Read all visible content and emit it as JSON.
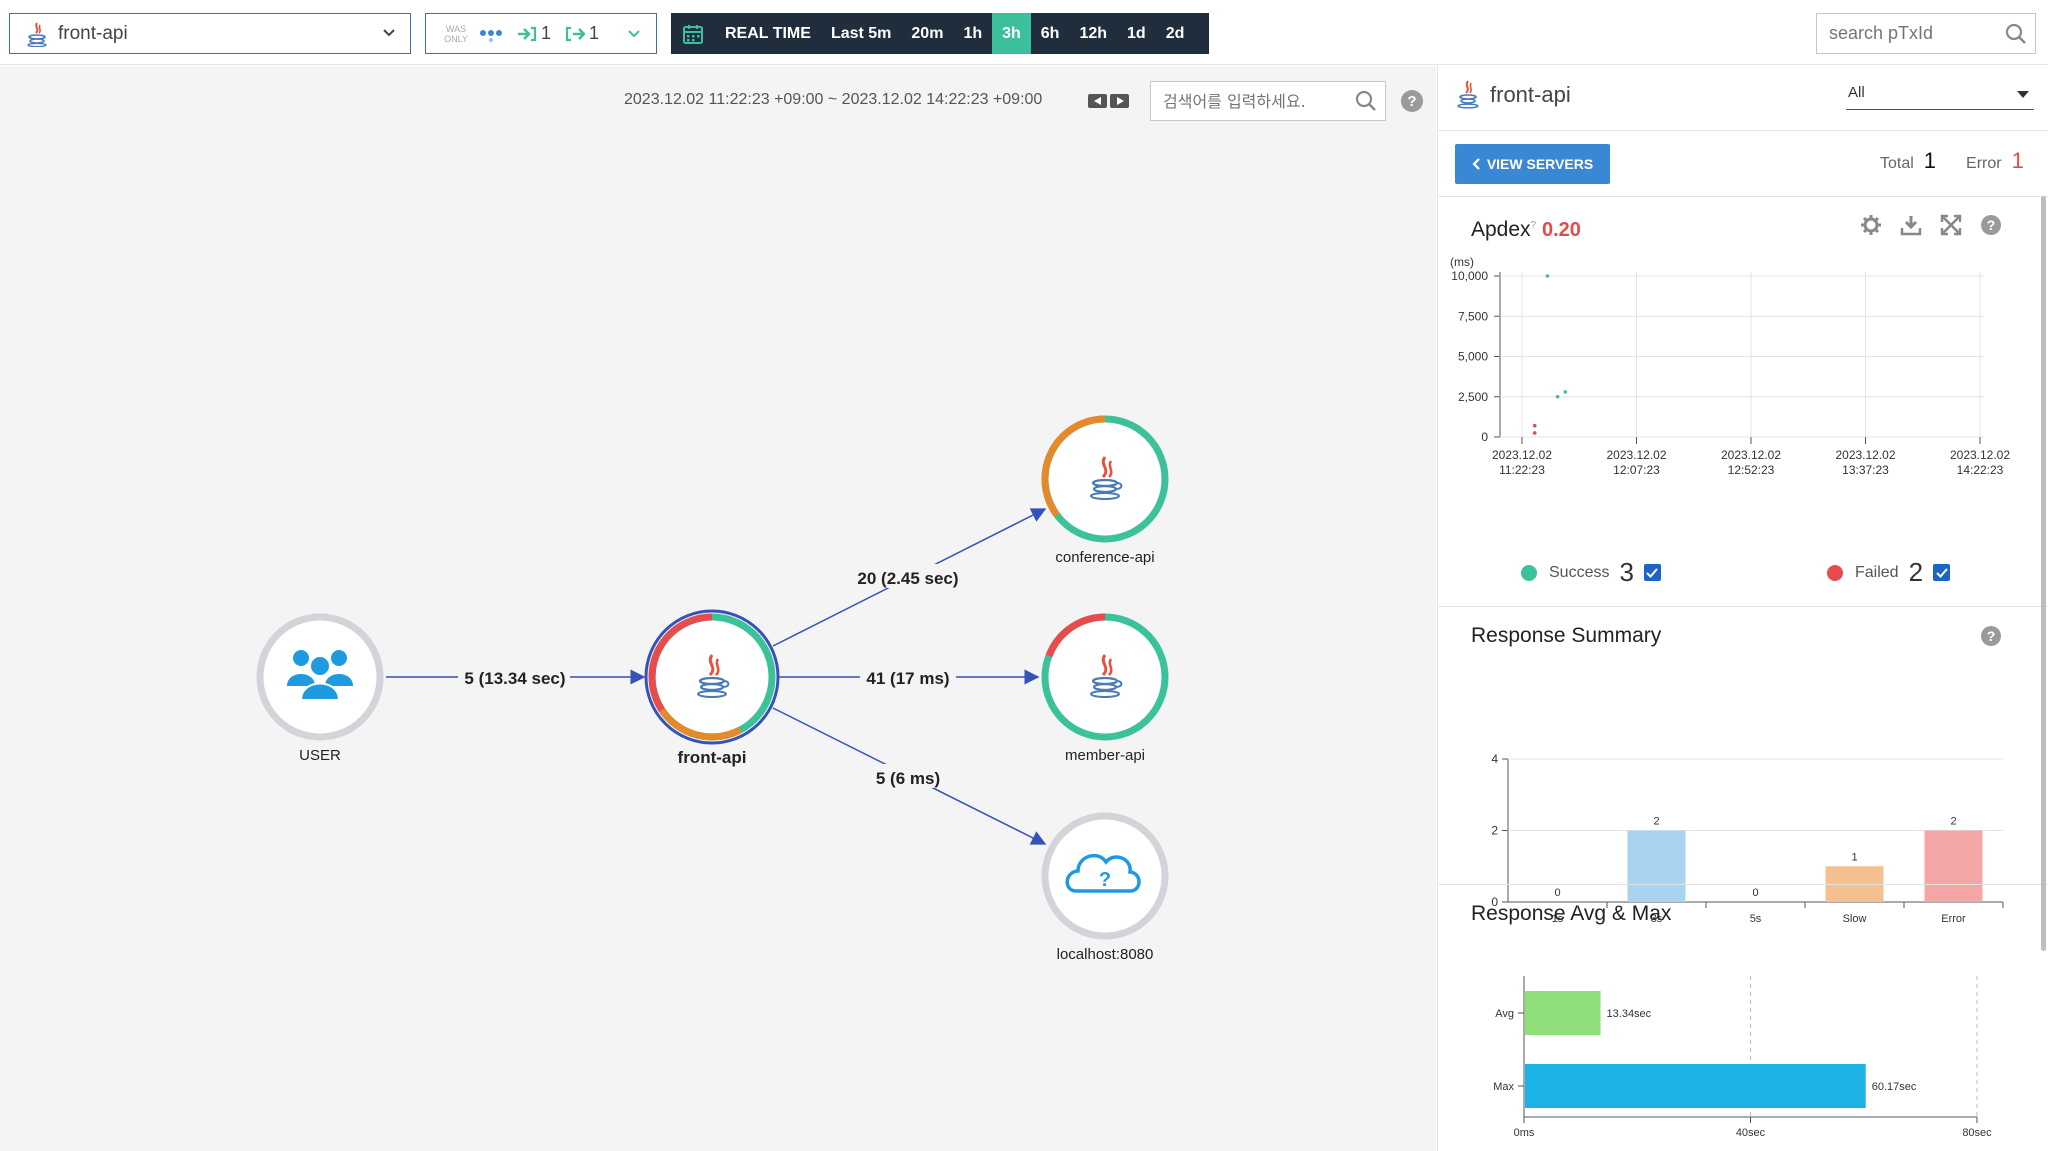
{
  "topbar": {
    "app_name": "front-api",
    "was_only_label": "WAS ONLY",
    "agents_in": "1",
    "agents_out": "1",
    "time_options": [
      "REAL TIME",
      "Last 5m",
      "20m",
      "1h",
      "3h",
      "6h",
      "12h",
      "1d",
      "2d"
    ],
    "active_time_option": "3h",
    "ptxid_placeholder": "search pTxId"
  },
  "map": {
    "time_range": "2023.12.02 11:22:23 +09:00 ~ 2023.12.02 14:22:23 +09:00",
    "search_placeholder": "검색어를 입력하세요.",
    "nodes": {
      "user": "USER",
      "front": "front-api",
      "conference": "conference-api",
      "member": "member-api",
      "localhost": "localhost:8080"
    },
    "edges": {
      "user_front": "5 (13.34 sec)",
      "front_conference": "20 (2.45 sec)",
      "front_member": "41 (17 ms)",
      "front_localhost": "5 (6 ms)"
    }
  },
  "panel": {
    "app_name": "front-api",
    "filter": "All",
    "view_servers": "VIEW SERVERS",
    "total_label": "Total",
    "total_value": "1",
    "error_label": "Error",
    "error_value": "1",
    "apdex_label": "Apdex",
    "apdex_value": "0.20",
    "success_label": "Success",
    "success_count": "3",
    "failed_label": "Failed",
    "failed_count": "2",
    "response_summary_title": "Response Summary",
    "response_avg_max_title": "Response Avg & Max"
  },
  "colors": {
    "success": "#3bc29a",
    "failed": "#e74c4c",
    "accent": "#3bbf9c",
    "button": "#3a87d6",
    "bar_1s": "#a9d4ef",
    "bar_3s": "#a9d4ef",
    "bar_5s": "#a9d4ef",
    "bar_slow": "#f5c08f",
    "bar_error": "#f4a6a6",
    "avg_bar": "#8fdf7a",
    "max_bar": "#1cb2e3"
  },
  "chart_data": [
    {
      "type": "scatter",
      "title": "Apdex",
      "ylabel": "(ms)",
      "ylim": [
        0,
        10000
      ],
      "yticks": [
        "0",
        "2,500",
        "5,000",
        "7,500",
        "10,000"
      ],
      "xticks": [
        "2023.12.02 11:22:23",
        "2023.12.02 12:07:23",
        "2023.12.02 12:52:23",
        "2023.12.02 13:37:23",
        "2023.12.02 14:22:23"
      ],
      "xlim_minutes": [
        0,
        180
      ],
      "series": [
        {
          "name": "Success",
          "points": [
            [
              10,
              10000
            ],
            [
              14,
              2500
            ],
            [
              17,
              2800
            ]
          ]
        },
        {
          "name": "Failed",
          "points": [
            [
              5,
              700
            ],
            [
              5,
              250
            ]
          ]
        }
      ]
    },
    {
      "type": "bar",
      "title": "Response Summary",
      "categories": [
        "1s",
        "3s",
        "5s",
        "Slow",
        "Error"
      ],
      "values": [
        0,
        2,
        0,
        1,
        2
      ],
      "ylim": [
        0,
        4
      ],
      "yticks": [
        "0",
        "2",
        "4"
      ]
    },
    {
      "type": "bar",
      "orientation": "horizontal",
      "title": "Response Avg & Max",
      "categories": [
        "Avg",
        "Max"
      ],
      "values": [
        13.34,
        60.17
      ],
      "labels": [
        "13.34sec",
        "60.17sec"
      ],
      "xlim": [
        0,
        80
      ],
      "xticks": [
        "0ms",
        "40sec",
        "80sec"
      ]
    }
  ]
}
